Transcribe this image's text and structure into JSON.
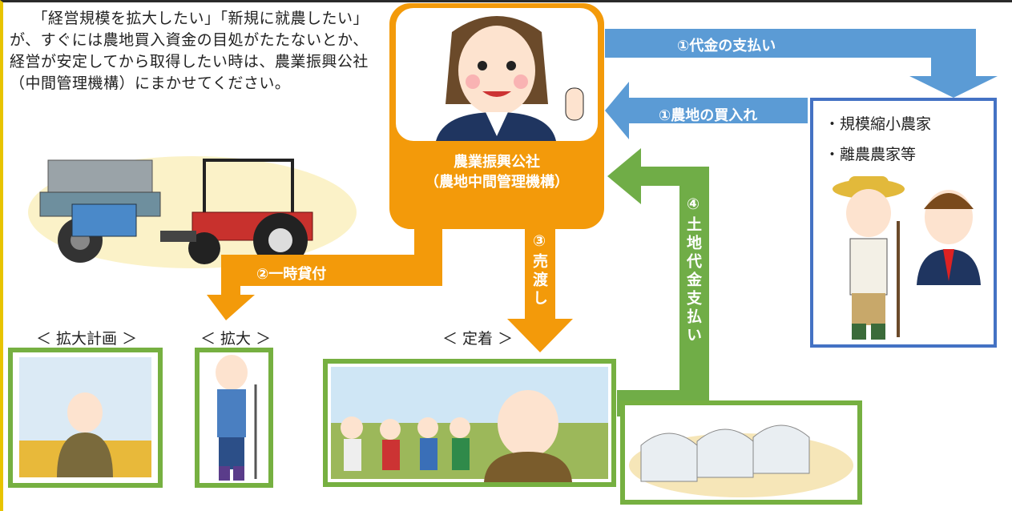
{
  "intro_text": "「経営規模を拡大したい」「新規に就農したい」が、すぐには農地買入資金の目処がたたないとか、経営が安定してから取得したい時は、農業振興公社（中間管理機構）にまかせてください。",
  "organization": {
    "name_line1": "農業振興公社",
    "name_line2": "（農地中間管理機構）"
  },
  "flows": {
    "payment": "①代金の支払い",
    "purchase": "①農地の買入れ",
    "lease": "②一時貸付",
    "sale_vertical": "③売渡し",
    "land_payment_vertical": "④土地代金支払い"
  },
  "sellers": {
    "items": [
      "・規模縮小農家",
      "・離農農家等"
    ]
  },
  "stages": [
    "＜ 拡大計画 ＞",
    "＜ 拡大 ＞",
    "＜ 定着 ＞"
  ],
  "colors": {
    "orange": "#f39a0a",
    "blue": "#5b9bd5",
    "green": "#76b041",
    "frame_yellow": "#e8c400"
  }
}
